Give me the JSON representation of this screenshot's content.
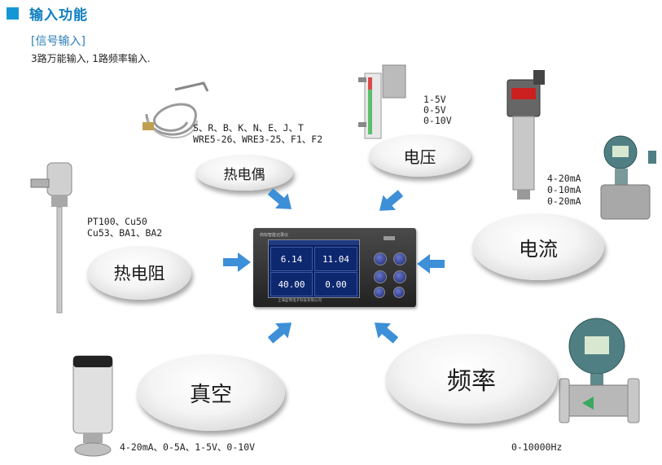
{
  "header": {
    "title": "输入功能"
  },
  "signal": {
    "heading": "[信号输入]",
    "description": "3路万能输入, 1路频率输入."
  },
  "bubbles": {
    "thermocouple": "热电偶",
    "voltage": "电压",
    "current": "电流",
    "rtd": "热电阻",
    "vacuum": "真空",
    "frequency": "频率"
  },
  "specs": {
    "thermocouple_line1": "S、R、B、K、N、E、J、T",
    "thermocouple_line2": "WRE5-26、WRE3-25、F1、F2",
    "voltage_line1": "1-5V",
    "voltage_line2": "0-5V",
    "voltage_line3": "0-10V",
    "current_line1": "4-20mA",
    "current_line2": "0-10mA",
    "current_line3": "0-20mA",
    "rtd_line1": "PT100、Cu50",
    "rtd_line2": "Cu53、BA1、BA2",
    "vacuum": "4-20mA、0-5A、1-5V、0-10V",
    "frequency": "0-10000Hz"
  },
  "device": {
    "label": "商标智能记录仪",
    "values": [
      "6.14",
      "11.04",
      "40.00",
      "0.00"
    ],
    "maker": "上海蓝莺电子科技有限公司"
  },
  "colors": {
    "accent": "#1597d5",
    "arrow": "#3d8fd8",
    "screen": "#0b1f5c"
  }
}
